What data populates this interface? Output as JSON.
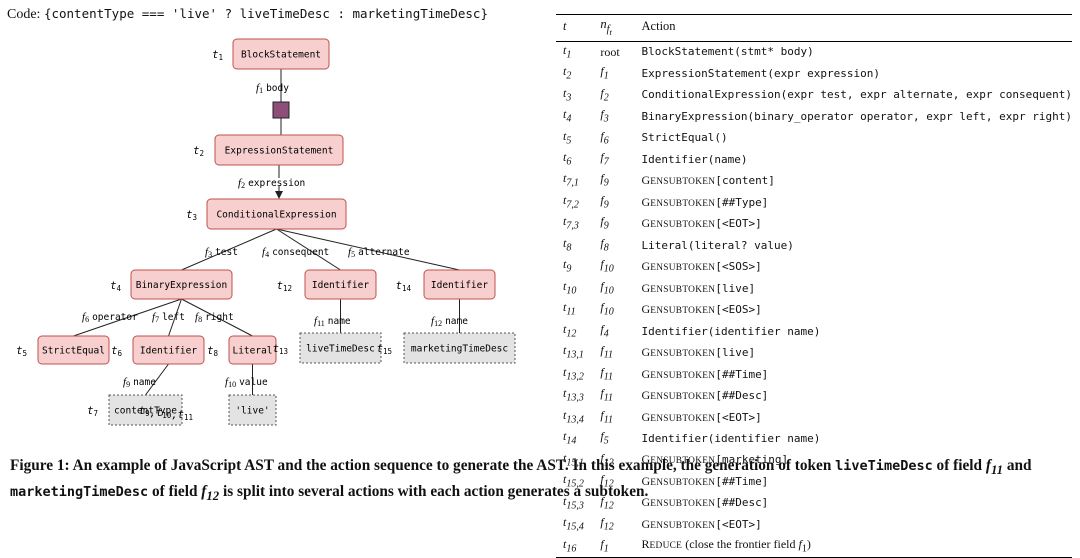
{
  "code_line": {
    "prefix": "Code:",
    "text": "{contentType === 'live' ? liveTimeDesc : marketingTimeDesc}"
  },
  "tree": {
    "nodes": [
      {
        "id": "t1",
        "label": "BlockStatement",
        "tag": "t1",
        "kind": "node"
      },
      {
        "id": "t2",
        "label": "ExpressionStatement",
        "tag": "t2",
        "kind": "node"
      },
      {
        "id": "t3",
        "label": "ConditionalExpression",
        "tag": "t3",
        "kind": "node"
      },
      {
        "id": "t4",
        "label": "BinaryExpression",
        "tag": "t4",
        "kind": "node"
      },
      {
        "id": "t12",
        "label": "Identifier",
        "tag": "t12",
        "kind": "node"
      },
      {
        "id": "t14",
        "label": "Identifier",
        "tag": "t14",
        "kind": "node"
      },
      {
        "id": "t5",
        "label": "StrictEqual",
        "tag": "t5",
        "kind": "node"
      },
      {
        "id": "t6",
        "label": "Identifier",
        "tag": "t6",
        "kind": "node"
      },
      {
        "id": "t8",
        "label": "Literal",
        "tag": "t8",
        "kind": "node"
      },
      {
        "id": "t13",
        "label": "liveTimeDesc",
        "tag": "t13",
        "kind": "token"
      },
      {
        "id": "t15",
        "label": "marketingTimeDesc",
        "tag": "t15",
        "kind": "token"
      },
      {
        "id": "t7",
        "label": "contentType",
        "tag": "t7",
        "kind": "token"
      },
      {
        "id": "t9",
        "label": "'live'",
        "tag": "t9,t10,t11",
        "kind": "token"
      }
    ],
    "edge_labels": [
      {
        "id": "e-body",
        "field": "f1",
        "name": "body"
      },
      {
        "id": "e-expression",
        "field": "f2",
        "name": "expression"
      },
      {
        "id": "e-test",
        "field": "f3",
        "name": "test"
      },
      {
        "id": "e-consequent",
        "field": "f4",
        "name": "consequent"
      },
      {
        "id": "e-alternate",
        "field": "f5",
        "name": "alternate"
      },
      {
        "id": "e-operator",
        "field": "f6",
        "name": "operator"
      },
      {
        "id": "e-left",
        "field": "f7",
        "name": "left"
      },
      {
        "id": "e-right",
        "field": "f8",
        "name": "right"
      },
      {
        "id": "e-name9",
        "field": "f9",
        "name": "name"
      },
      {
        "id": "e-value",
        "field": "f10",
        "name": "value"
      },
      {
        "id": "e-name11",
        "field": "f11",
        "name": "name"
      },
      {
        "id": "e-name12",
        "field": "f12",
        "name": "name"
      }
    ],
    "colors": {
      "node_fill": "#f7cfcf",
      "node_stroke": "#c0504d",
      "token_fill": "#e3e3e3",
      "token_stroke": "#555555",
      "frontier_fill": "#8e4e7a"
    }
  },
  "table": {
    "headers": {
      "t": "t",
      "n": "n_ft",
      "action": "Action"
    },
    "rows": [
      {
        "t": "t1",
        "n": "root",
        "action": "BlockStatement(stmt* body)",
        "style": "mono"
      },
      {
        "t": "t2",
        "n": "f1",
        "action": "ExpressionStatement(expr expression)",
        "style": "mono"
      },
      {
        "t": "t3",
        "n": "f2",
        "action": "ConditionalExpression(expr test, expr alternate, expr consequent)",
        "style": "mono"
      },
      {
        "t": "t4",
        "n": "f3",
        "action": "BinaryExpression(binary_operator operator, expr left, expr right)",
        "style": "mono"
      },
      {
        "t": "t5",
        "n": "f6",
        "action": "StrictEqual()",
        "style": "mono"
      },
      {
        "t": "t6",
        "n": "f7",
        "action": "Identifier(name)",
        "style": "mono"
      },
      {
        "t": "t7,1",
        "n": "f9",
        "action": "GenSubtoken[content]",
        "style": "gen"
      },
      {
        "t": "t7,2",
        "n": "f9",
        "action": "GenSubtoken[##Type]",
        "style": "gen"
      },
      {
        "t": "t7,3",
        "n": "f9",
        "action": "GenSubtoken[<EOT>]",
        "style": "gen"
      },
      {
        "t": "t8",
        "n": "f8",
        "action": "Literal(literal? value)",
        "style": "mono"
      },
      {
        "t": "t9",
        "n": "f10",
        "action": "GenSubtoken[<SOS>]",
        "style": "gen"
      },
      {
        "t": "t10",
        "n": "f10",
        "action": "GenSubtoken[live]",
        "style": "gen"
      },
      {
        "t": "t11",
        "n": "f10",
        "action": "GenSubtoken[<EOS>]",
        "style": "gen"
      },
      {
        "t": "t12",
        "n": "f4",
        "action": "Identifier(identifier name)",
        "style": "mono"
      },
      {
        "t": "t13,1",
        "n": "f11",
        "action": "GenSubtoken[live]",
        "style": "gen"
      },
      {
        "t": "t13,2",
        "n": "f11",
        "action": "GenSubtoken[##Time]",
        "style": "gen"
      },
      {
        "t": "t13,3",
        "n": "f11",
        "action": "GenSubtoken[##Desc]",
        "style": "gen"
      },
      {
        "t": "t13,4",
        "n": "f11",
        "action": "GenSubtoken[<EOT>]",
        "style": "gen"
      },
      {
        "t": "t14",
        "n": "f5",
        "action": "Identifier(identifier name)",
        "style": "mono"
      },
      {
        "t": "t15,1",
        "n": "f12",
        "action": "GenSubtoken[marketing]",
        "style": "gen"
      },
      {
        "t": "t15,2",
        "n": "f12",
        "action": "GenSubtoken[##Time]",
        "style": "gen"
      },
      {
        "t": "t15,3",
        "n": "f12",
        "action": "GenSubtoken[##Desc]",
        "style": "gen"
      },
      {
        "t": "t15,4",
        "n": "f12",
        "action": "GenSubtoken[<EOT>]",
        "style": "gen"
      },
      {
        "t": "t16",
        "n": "f1",
        "action": "Reduce (close the frontier field f1)",
        "style": "red"
      }
    ]
  },
  "caption": {
    "part1": "Figure 1: An example of JavaScript AST and the action sequence to generate the AST. In this example, the generation of token",
    "token1": "liveTimeDesc",
    "part2": "of field",
    "field1": "f11",
    "part3": "and",
    "token2": "marketingTimeDesc",
    "part4": "of field",
    "field2": "f12",
    "part5": "is split into several actions with each action generates a subtoken."
  }
}
